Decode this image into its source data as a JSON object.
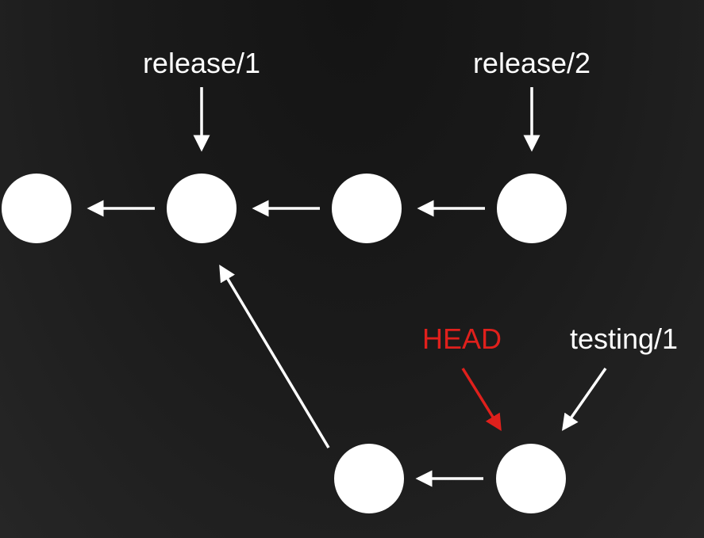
{
  "diagram": {
    "labels": {
      "release_1": "release/1",
      "release_2": "release/2",
      "head": "HEAD",
      "testing_1": "testing/1"
    },
    "colors": {
      "background": "#1e1e1e",
      "node": "#ffffff",
      "arrow": "#ffffff",
      "head": "#e0201c",
      "text": "#ffffff"
    }
  }
}
